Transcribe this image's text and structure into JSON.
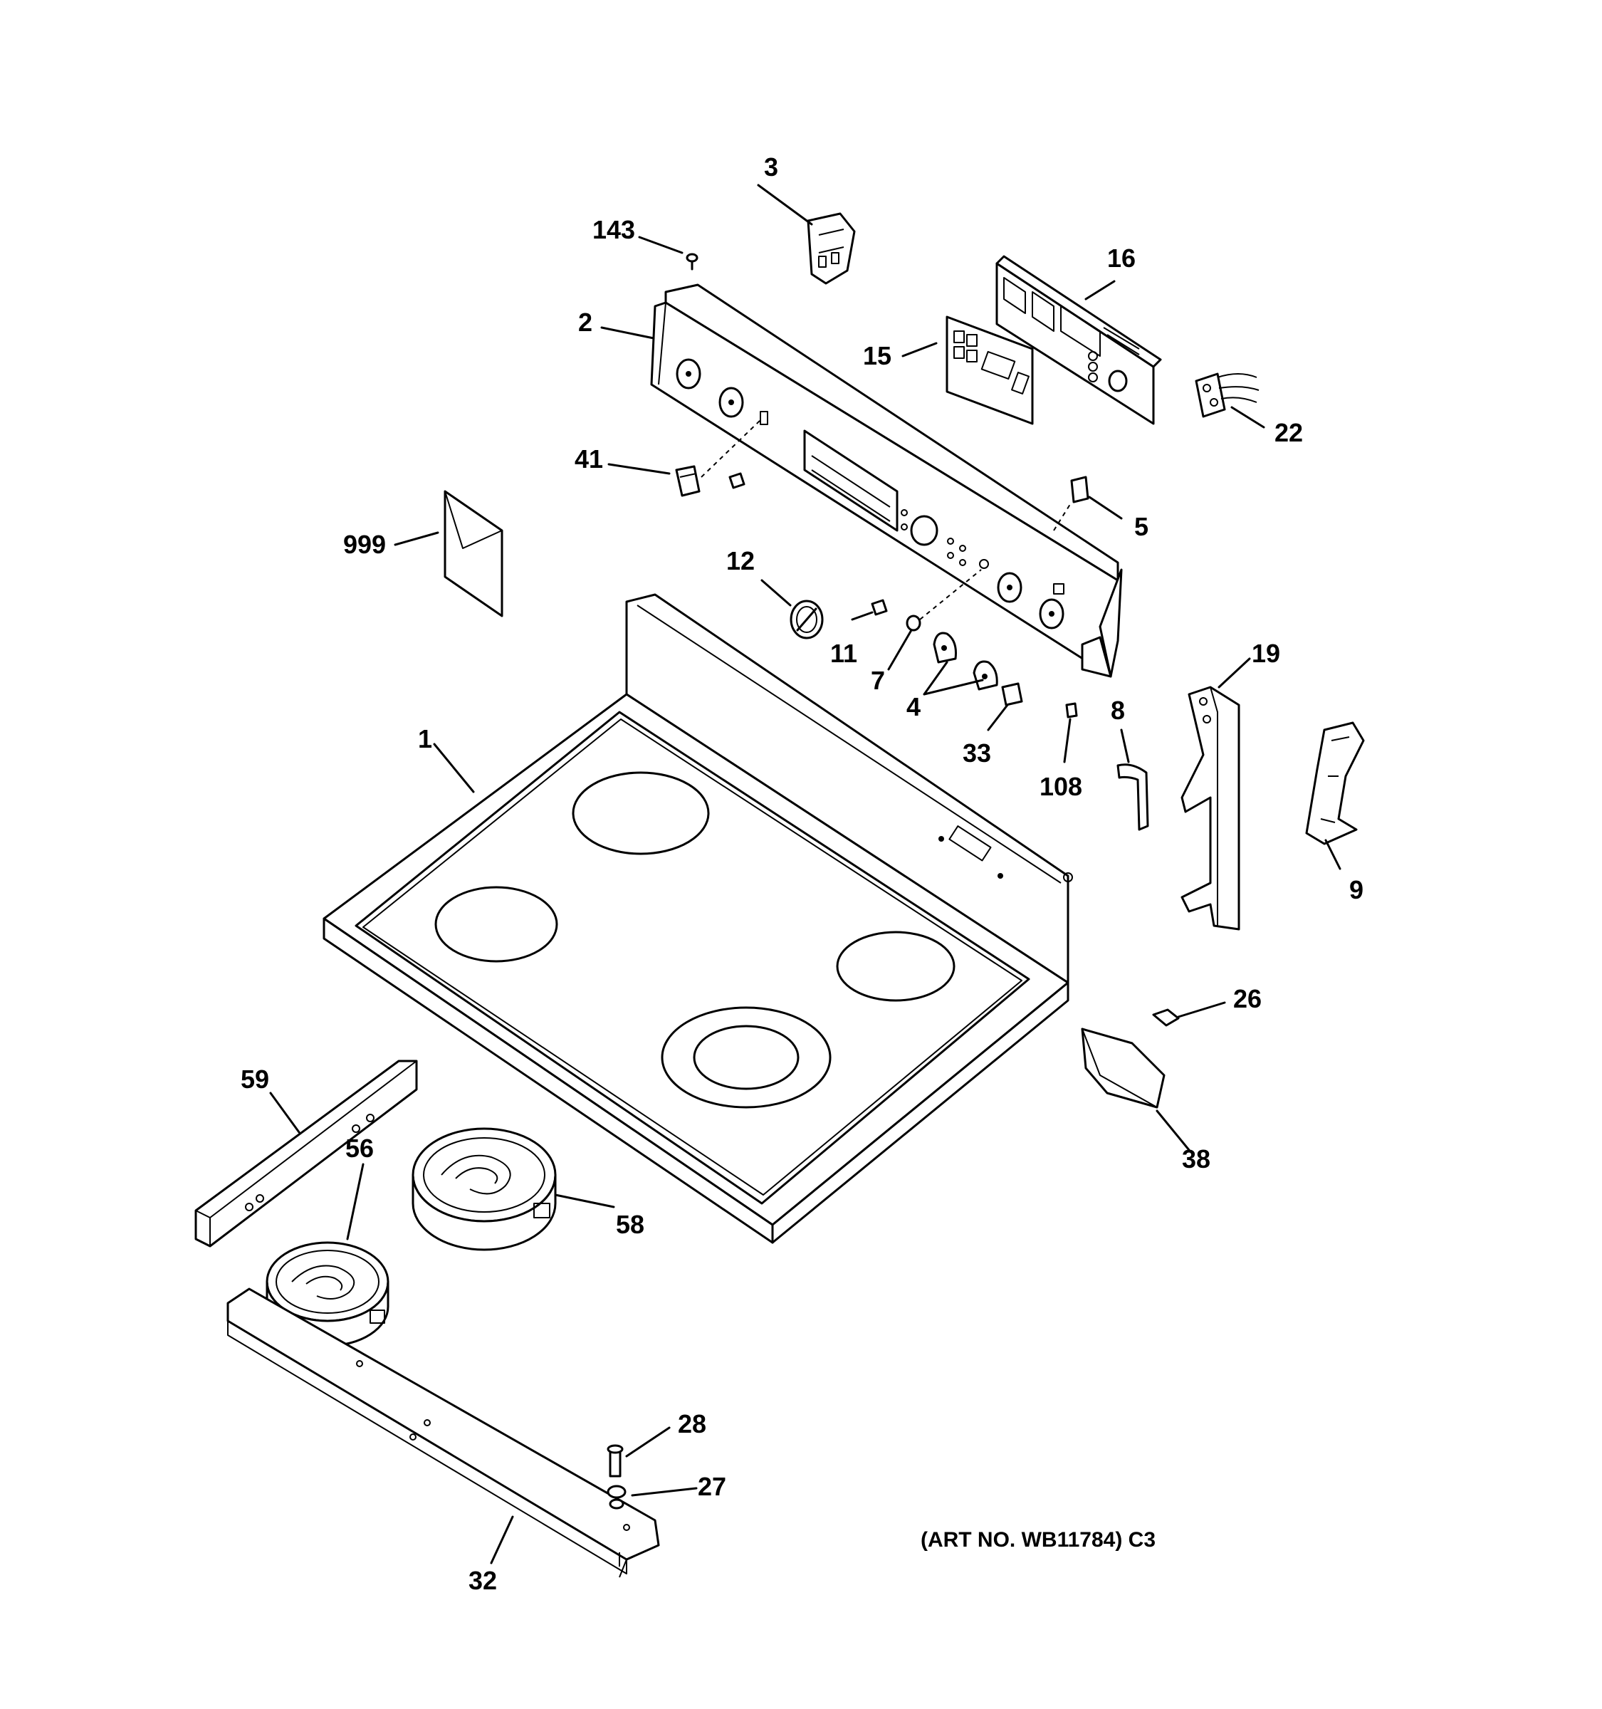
{
  "diagram": {
    "art_number": "(ART NO. WB11784) C3",
    "parts": [
      {
        "id": "143",
        "text": "143"
      },
      {
        "id": "3",
        "text": "3"
      },
      {
        "id": "16",
        "text": "16"
      },
      {
        "id": "2",
        "text": "2"
      },
      {
        "id": "15",
        "text": "15"
      },
      {
        "id": "22",
        "text": "22"
      },
      {
        "id": "41",
        "text": "41"
      },
      {
        "id": "5",
        "text": "5"
      },
      {
        "id": "999",
        "text": "999"
      },
      {
        "id": "12",
        "text": "12"
      },
      {
        "id": "11",
        "text": "11"
      },
      {
        "id": "7",
        "text": "7"
      },
      {
        "id": "4",
        "text": "4"
      },
      {
        "id": "33",
        "text": "33"
      },
      {
        "id": "19",
        "text": "19"
      },
      {
        "id": "8",
        "text": "8"
      },
      {
        "id": "108",
        "text": "108"
      },
      {
        "id": "9",
        "text": "9"
      },
      {
        "id": "1",
        "text": "1"
      },
      {
        "id": "26",
        "text": "26"
      },
      {
        "id": "38",
        "text": "38"
      },
      {
        "id": "59",
        "text": "59"
      },
      {
        "id": "56",
        "text": "56"
      },
      {
        "id": "58",
        "text": "58"
      },
      {
        "id": "28",
        "text": "28"
      },
      {
        "id": "27",
        "text": "27"
      },
      {
        "id": "32",
        "text": "32"
      }
    ]
  }
}
